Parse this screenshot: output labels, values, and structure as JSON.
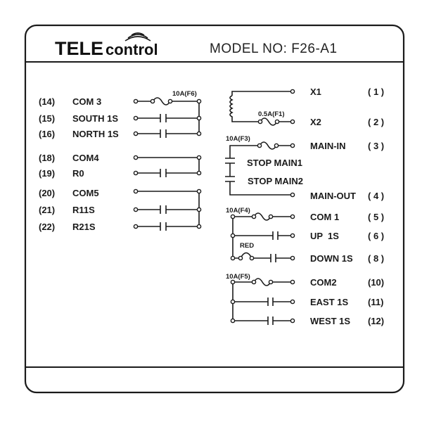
{
  "header": {
    "logo_bold": "TELE",
    "logo_light": "control",
    "model": "MODEL NO: F26-A1"
  },
  "left": {
    "fuse_label": "10A(F6)",
    "rows": [
      {
        "num": "(14)",
        "name": "COM 3"
      },
      {
        "num": "(15)",
        "name": "SOUTH 1S"
      },
      {
        "num": "(16)",
        "name": "NORTH 1S"
      },
      {
        "num": "(18)",
        "name": "COM4"
      },
      {
        "num": "(19)",
        "name": "R0"
      },
      {
        "num": "(20)",
        "name": "COM5"
      },
      {
        "num": "(21)",
        "name": "R11S"
      },
      {
        "num": "(22)",
        "name": "R21S"
      }
    ]
  },
  "right": {
    "fuses": {
      "f1": "0.5A(F1)",
      "f3": "10A(F3)",
      "f4": "10A(F4)",
      "f5": "10A(F5)",
      "red": "RED"
    },
    "stops": [
      "STOP MAIN1",
      "STOP MAIN2"
    ],
    "rows": [
      {
        "name": "X1",
        "num": "( 1 )"
      },
      {
        "name": "X2",
        "num": "( 2 )"
      },
      {
        "name": "MAIN-IN",
        "num": "( 3 )"
      },
      {
        "name": "MAIN-OUT",
        "num": "( 4 )"
      },
      {
        "name": "COM 1",
        "num": "( 5 )"
      },
      {
        "name": "UP  1S",
        "num": "( 6 )"
      },
      {
        "name": "DOWN 1S",
        "num": "( 8 )"
      },
      {
        "name": "COM2",
        "num": "(10)"
      },
      {
        "name": "EAST 1S",
        "num": "(11)"
      },
      {
        "name": "WEST 1S",
        "num": "(12)"
      }
    ]
  }
}
